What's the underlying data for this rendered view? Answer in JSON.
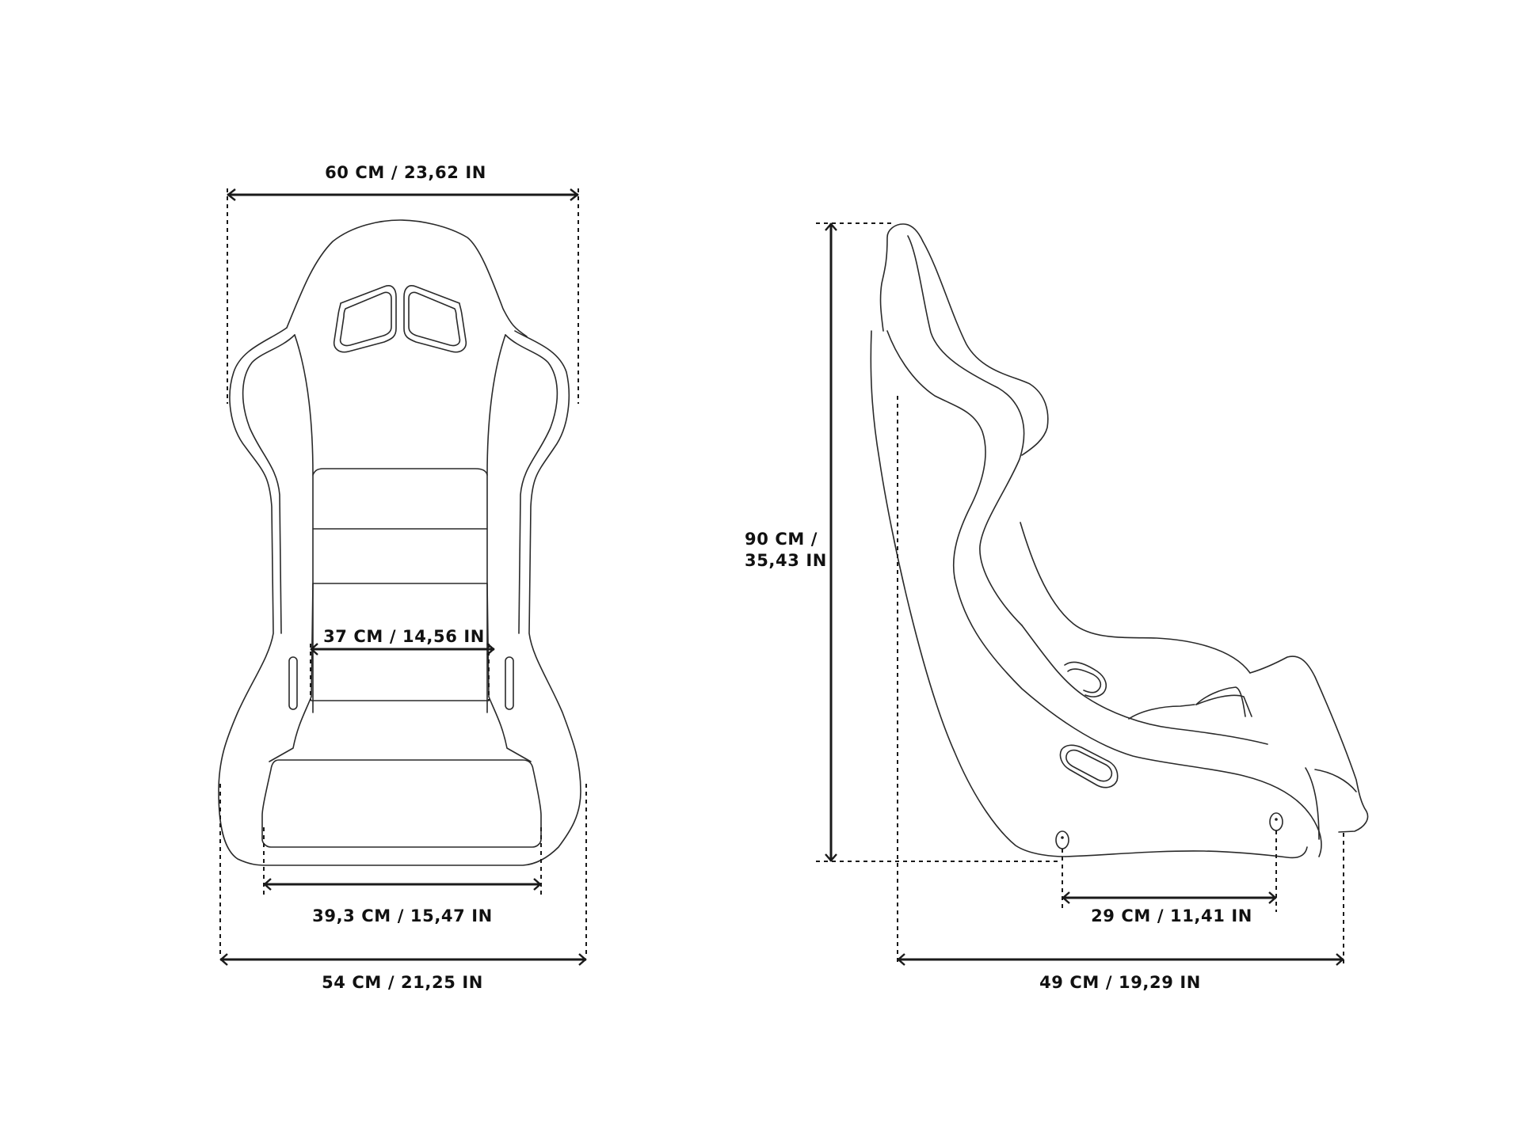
{
  "diagram": {
    "subject": "Racing bucket seat dimensions",
    "front_view": {
      "top_width": "60 CM / 23,62 IN",
      "seat_width": "37 CM / 14,56 IN",
      "cushion_width": "39,3 CM / 15,47 IN",
      "base_width": "54 CM / 21,25 IN"
    },
    "side_view": {
      "height_line1": "90 CM /",
      "height_line2": "35,43 IN",
      "mount_spacing": "29 CM / 11,41 IN",
      "depth": "49 CM / 19,29 IN"
    },
    "colors": {
      "line": "#2a2a2a",
      "background": "#ffffff",
      "text": "#111111"
    }
  }
}
